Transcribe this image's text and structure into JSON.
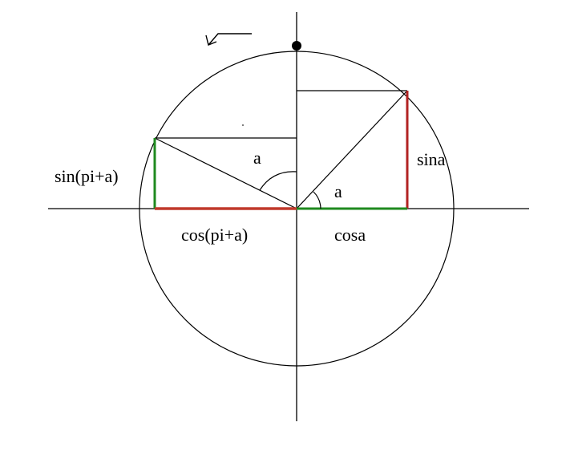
{
  "labels": {
    "sin_pi_plus_a": "sin(pi+a)",
    "cos_pi_plus_a": "cos(pi+a)",
    "sin_a": "sina",
    "cos_a": "cosa",
    "angle_upper": "a",
    "angle_lower": "a"
  },
  "colors": {
    "stroke": "#000000",
    "sine_segment": "#b22222",
    "cosine_segment": "#1f8a1f",
    "negative_cosine_segment": "#c0392b",
    "negative_sine_segment": "#1f8a1f"
  },
  "icons": {
    "rotation_direction": "counterclockwise-arrow-icon",
    "top_point": "filled-dot-icon"
  }
}
